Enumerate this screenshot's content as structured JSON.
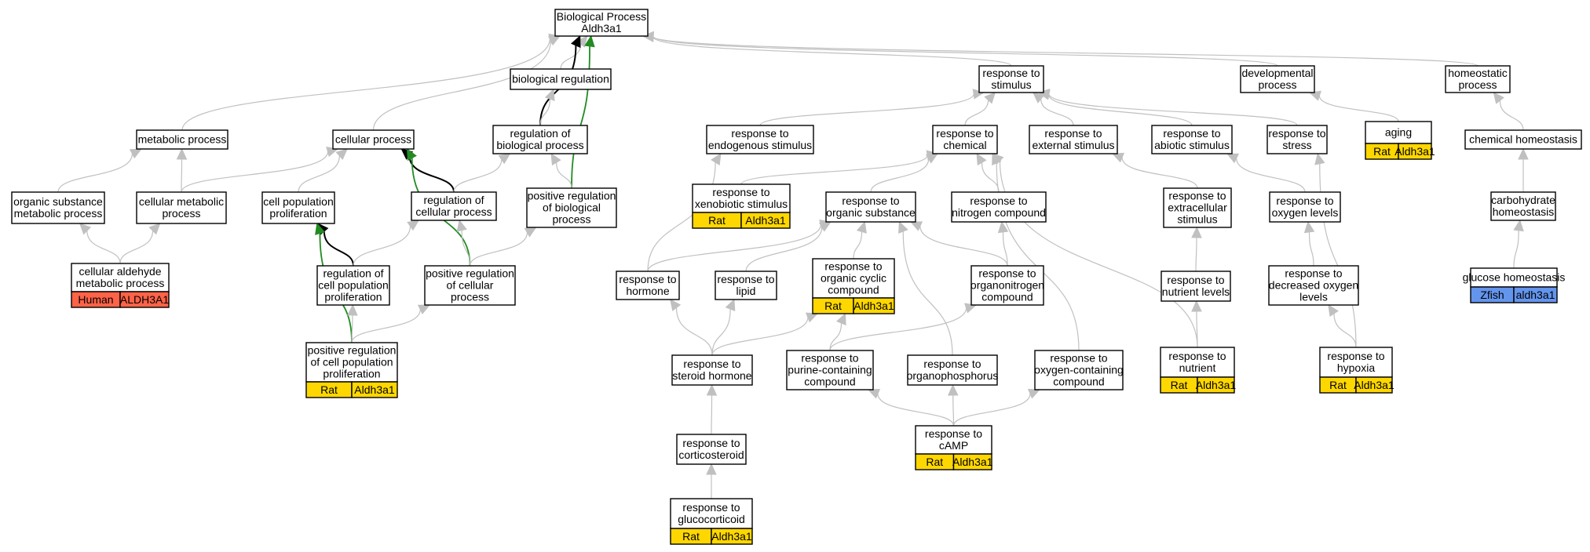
{
  "colors": {
    "background": "#ffffff",
    "edge_gray": "#c0c0c0",
    "edge_black": "#000000",
    "edge_green": "#228b22",
    "rat": "#ffd700",
    "human": "#ff6347",
    "zfish": "#6495ed"
  },
  "nodes": [
    {
      "id": "root",
      "lines": [
        "Biological Process",
        "Aldh3a1"
      ]
    },
    {
      "id": "bioreg",
      "lines": [
        "biological regulation"
      ]
    },
    {
      "id": "stim",
      "lines": [
        "response to",
        "stimulus"
      ]
    },
    {
      "id": "devproc",
      "lines": [
        "developmental",
        "process"
      ]
    },
    {
      "id": "homeoproc",
      "lines": [
        "homeostatic",
        "process"
      ]
    },
    {
      "id": "metab",
      "lines": [
        "metabolic process"
      ]
    },
    {
      "id": "cellproc",
      "lines": [
        "cellular process"
      ]
    },
    {
      "id": "regbio",
      "lines": [
        "regulation of",
        "biological process"
      ]
    },
    {
      "id": "endo",
      "lines": [
        "response to",
        "endogenous stimulus"
      ]
    },
    {
      "id": "chem",
      "lines": [
        "response to",
        "chemical"
      ]
    },
    {
      "id": "ext",
      "lines": [
        "response to",
        "external stimulus"
      ]
    },
    {
      "id": "abio",
      "lines": [
        "response to",
        "abiotic stimulus"
      ]
    },
    {
      "id": "stress",
      "lines": [
        "response to",
        "stress"
      ]
    },
    {
      "id": "aging",
      "lines": [
        "aging"
      ],
      "annot": {
        "species": "Rat",
        "gene": "Aldh3a1",
        "color": "rat"
      }
    },
    {
      "id": "chemhomeo",
      "lines": [
        "chemical homeostasis"
      ]
    },
    {
      "id": "orgsub",
      "lines": [
        "organic substance",
        "metabolic process"
      ]
    },
    {
      "id": "cellmetab",
      "lines": [
        "cellular metabolic",
        "process"
      ]
    },
    {
      "id": "cellpop",
      "lines": [
        "cell population",
        "proliferation"
      ]
    },
    {
      "id": "regcell",
      "lines": [
        "regulation of",
        "cellular process"
      ]
    },
    {
      "id": "posregbio",
      "lines": [
        "positive regulation",
        "of biological",
        "process"
      ]
    },
    {
      "id": "xeno",
      "lines": [
        "response to",
        "xenobiotic stimulus"
      ],
      "annot": {
        "species": "Rat",
        "gene": "Aldh3a1",
        "color": "rat"
      }
    },
    {
      "id": "orgsubst",
      "lines": [
        "response to",
        "organic substance"
      ]
    },
    {
      "id": "nitro",
      "lines": [
        "response to",
        "nitrogen compound"
      ]
    },
    {
      "id": "extracell",
      "lines": [
        "response to",
        "extracellular",
        "stimulus"
      ]
    },
    {
      "id": "oxy",
      "lines": [
        "response to",
        "oxygen levels"
      ]
    },
    {
      "id": "carbhomeo",
      "lines": [
        "carbohydrate",
        "homeostasis"
      ]
    },
    {
      "id": "cellald",
      "lines": [
        "cellular aldehyde",
        "metabolic process"
      ],
      "annot": {
        "species": "Human",
        "gene": "ALDH3A1",
        "color": "human"
      }
    },
    {
      "id": "regcellpop",
      "lines": [
        "regulation of",
        "cell population",
        "proliferation"
      ]
    },
    {
      "id": "posregcell",
      "lines": [
        "positive regulation",
        "of cellular",
        "process"
      ]
    },
    {
      "id": "hormone",
      "lines": [
        "response to",
        "hormone"
      ]
    },
    {
      "id": "lipid",
      "lines": [
        "response to",
        "lipid"
      ]
    },
    {
      "id": "orgcyc",
      "lines": [
        "response to",
        "organic cyclic",
        "compound"
      ],
      "annot": {
        "species": "Rat",
        "gene": "Aldh3a1",
        "color": "rat"
      }
    },
    {
      "id": "organon",
      "lines": [
        "response to",
        "organonitrogen",
        "compound"
      ]
    },
    {
      "id": "nutlev",
      "lines": [
        "response to",
        "nutrient levels"
      ]
    },
    {
      "id": "decoxy",
      "lines": [
        "response to",
        "decreased oxygen",
        "levels"
      ]
    },
    {
      "id": "glucose",
      "lines": [
        "glucose homeostasis"
      ],
      "annot": {
        "species": "Zfish",
        "gene": "aldh3a1",
        "color": "zfish"
      }
    },
    {
      "id": "posregcellpop",
      "lines": [
        "positive regulation",
        "of cell population",
        "proliferation"
      ],
      "annot": {
        "species": "Rat",
        "gene": "Aldh3a1",
        "color": "rat"
      }
    },
    {
      "id": "steroid",
      "lines": [
        "response to",
        "steroid hormone"
      ]
    },
    {
      "id": "purine",
      "lines": [
        "response to",
        "purine-containing",
        "compound"
      ]
    },
    {
      "id": "organophos",
      "lines": [
        "response to",
        "organophosphorus"
      ]
    },
    {
      "id": "oxycomp",
      "lines": [
        "response to",
        "oxygen-containing",
        "compound"
      ]
    },
    {
      "id": "nutrient",
      "lines": [
        "response to",
        "nutrient"
      ],
      "annot": {
        "species": "Rat",
        "gene": "Aldh3a1",
        "color": "rat"
      }
    },
    {
      "id": "hypoxia",
      "lines": [
        "response to",
        "hypoxia"
      ],
      "annot": {
        "species": "Rat",
        "gene": "Aldh3a1",
        "color": "rat"
      }
    },
    {
      "id": "cort",
      "lines": [
        "response to",
        "corticosteroid"
      ]
    },
    {
      "id": "camp",
      "lines": [
        "response to",
        "cAMP"
      ],
      "annot": {
        "species": "Rat",
        "gene": "Aldh3a1",
        "color": "rat"
      }
    },
    {
      "id": "gluco",
      "lines": [
        "response to",
        "glucocorticoid"
      ],
      "annot": {
        "species": "Rat",
        "gene": "Aldh3a1",
        "color": "rat"
      }
    }
  ],
  "edges": [
    {
      "from": "bioreg",
      "to": "root",
      "type": "gray"
    },
    {
      "from": "stim",
      "to": "root",
      "type": "gray"
    },
    {
      "from": "devproc",
      "to": "root",
      "type": "gray"
    },
    {
      "from": "homeoproc",
      "to": "root",
      "type": "gray"
    },
    {
      "from": "metab",
      "to": "root",
      "type": "gray"
    },
    {
      "from": "cellproc",
      "to": "root",
      "type": "gray"
    },
    {
      "from": "regbio",
      "to": "root",
      "type": "black"
    },
    {
      "from": "posregbio",
      "to": "root",
      "type": "green"
    },
    {
      "from": "regbio",
      "to": "bioreg",
      "type": "gray"
    },
    {
      "from": "endo",
      "to": "stim",
      "type": "gray"
    },
    {
      "from": "chem",
      "to": "stim",
      "type": "gray"
    },
    {
      "from": "ext",
      "to": "stim",
      "type": "gray"
    },
    {
      "from": "abio",
      "to": "stim",
      "type": "gray"
    },
    {
      "from": "stress",
      "to": "stim",
      "type": "gray"
    },
    {
      "from": "aging",
      "to": "devproc",
      "type": "gray"
    },
    {
      "from": "chemhomeo",
      "to": "homeoproc",
      "type": "gray"
    },
    {
      "from": "orgsub",
      "to": "metab",
      "type": "gray"
    },
    {
      "from": "cellmetab",
      "to": "metab",
      "type": "gray"
    },
    {
      "from": "cellmetab",
      "to": "cellproc",
      "type": "gray"
    },
    {
      "from": "cellpop",
      "to": "cellproc",
      "type": "gray"
    },
    {
      "from": "regcell",
      "to": "cellproc",
      "type": "black"
    },
    {
      "from": "posregcell",
      "to": "cellproc",
      "type": "green"
    },
    {
      "from": "regcell",
      "to": "regbio",
      "type": "gray"
    },
    {
      "from": "posregbio",
      "to": "regbio",
      "type": "gray"
    },
    {
      "from": "xeno",
      "to": "chem",
      "type": "gray"
    },
    {
      "from": "orgsubst",
      "to": "chem",
      "type": "gray"
    },
    {
      "from": "nitro",
      "to": "chem",
      "type": "gray"
    },
    {
      "from": "oxycomp",
      "to": "chem",
      "type": "gray"
    },
    {
      "from": "nutrient",
      "to": "chem",
      "type": "gray"
    },
    {
      "from": "hormone",
      "to": "endo",
      "type": "gray"
    },
    {
      "from": "extracell",
      "to": "ext",
      "type": "gray"
    },
    {
      "from": "oxy",
      "to": "abio",
      "type": "gray"
    },
    {
      "from": "hypoxia",
      "to": "stress",
      "type": "gray"
    },
    {
      "from": "carbhomeo",
      "to": "chemhomeo",
      "type": "gray"
    },
    {
      "from": "cellald",
      "to": "orgsub",
      "type": "gray"
    },
    {
      "from": "cellald",
      "to": "cellmetab",
      "type": "gray"
    },
    {
      "from": "regcellpop",
      "to": "cellpop",
      "type": "black"
    },
    {
      "from": "posregcellpop",
      "to": "cellpop",
      "type": "green"
    },
    {
      "from": "regcellpop",
      "to": "regcell",
      "type": "gray"
    },
    {
      "from": "posregcell",
      "to": "regcell",
      "type": "gray"
    },
    {
      "from": "posregcell",
      "to": "posregbio",
      "type": "gray"
    },
    {
      "from": "hormone",
      "to": "orgsubst",
      "type": "gray"
    },
    {
      "from": "lipid",
      "to": "orgsubst",
      "type": "gray"
    },
    {
      "from": "orgcyc",
      "to": "orgsubst",
      "type": "gray"
    },
    {
      "from": "organon",
      "to": "orgsubst",
      "type": "gray"
    },
    {
      "from": "organophos",
      "to": "orgsubst",
      "type": "gray"
    },
    {
      "from": "organon",
      "to": "nitro",
      "type": "gray"
    },
    {
      "from": "nutlev",
      "to": "extracell",
      "type": "gray"
    },
    {
      "from": "decoxy",
      "to": "oxy",
      "type": "gray"
    },
    {
      "from": "glucose",
      "to": "carbhomeo",
      "type": "gray"
    },
    {
      "from": "posregcellpop",
      "to": "regcellpop",
      "type": "gray"
    },
    {
      "from": "posregcellpop",
      "to": "posregcell",
      "type": "gray"
    },
    {
      "from": "steroid",
      "to": "hormone",
      "type": "gray"
    },
    {
      "from": "steroid",
      "to": "lipid",
      "type": "gray"
    },
    {
      "from": "steroid",
      "to": "orgcyc",
      "type": "gray"
    },
    {
      "from": "purine",
      "to": "orgcyc",
      "type": "gray"
    },
    {
      "from": "purine",
      "to": "organon",
      "type": "gray"
    },
    {
      "from": "nutrient",
      "to": "nutlev",
      "type": "gray"
    },
    {
      "from": "hypoxia",
      "to": "decoxy",
      "type": "gray"
    },
    {
      "from": "cort",
      "to": "steroid",
      "type": "gray"
    },
    {
      "from": "camp",
      "to": "purine",
      "type": "gray"
    },
    {
      "from": "camp",
      "to": "organophos",
      "type": "gray"
    },
    {
      "from": "camp",
      "to": "oxycomp",
      "type": "gray"
    },
    {
      "from": "gluco",
      "to": "cort",
      "type": "gray"
    }
  ]
}
